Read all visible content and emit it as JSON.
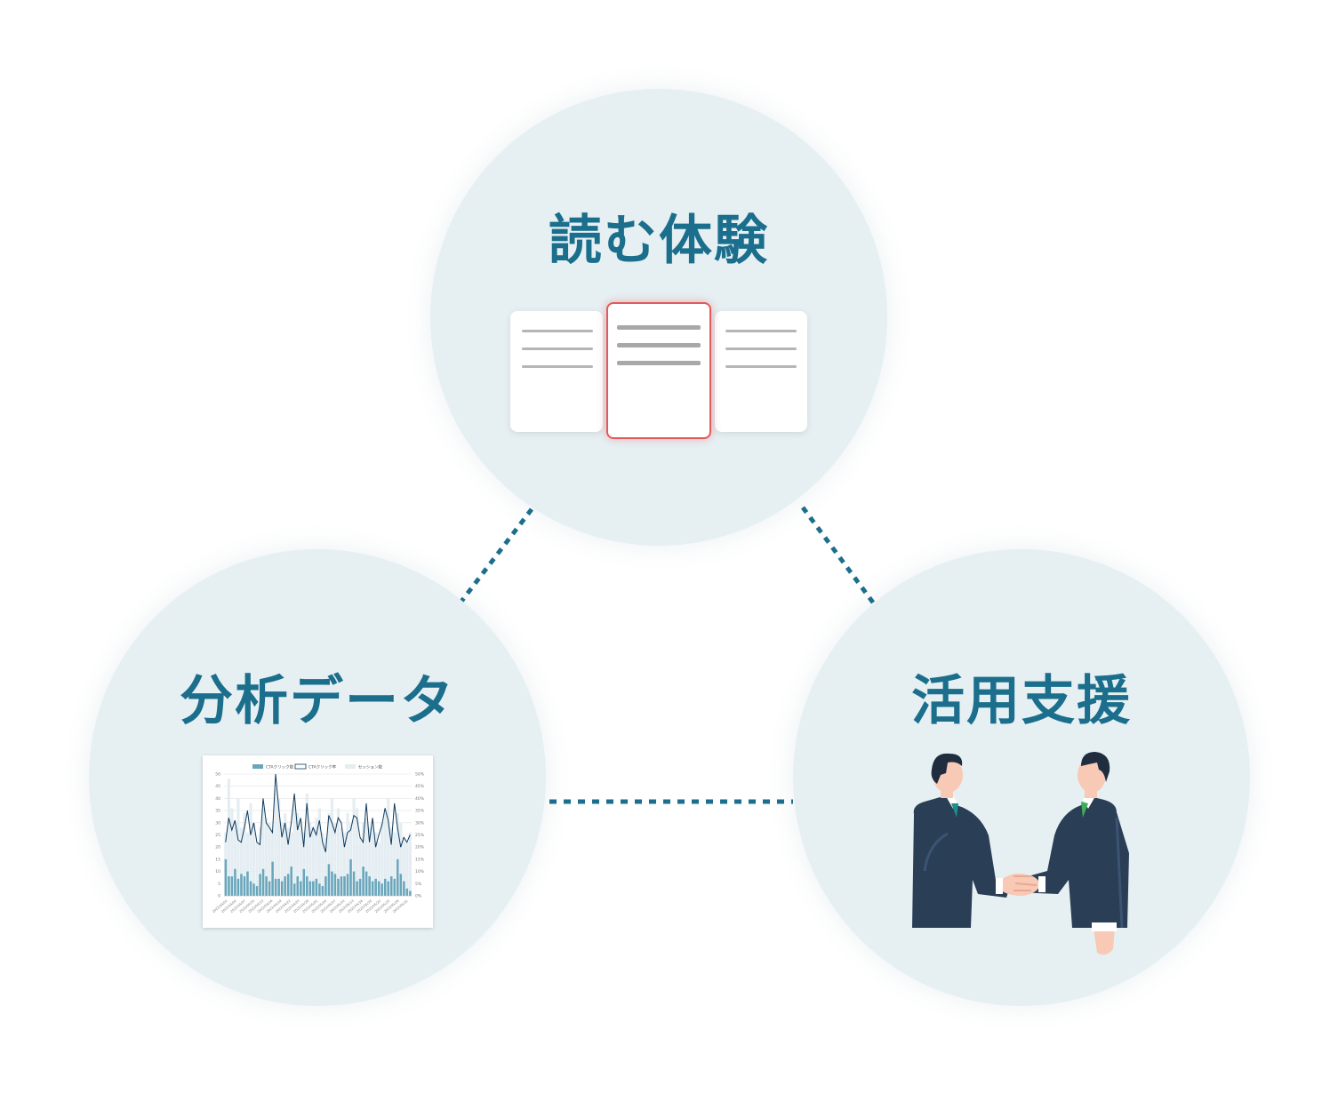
{
  "nodes": {
    "reading": {
      "title": "読む体験"
    },
    "analytics": {
      "title": "分析データ"
    },
    "support": {
      "title": "活用支援"
    }
  },
  "colors": {
    "circle_fill": "#e6f0f3",
    "title": "#1b6e8c",
    "connector": "#1b6e8c",
    "focus_card_border": "#e35a5a",
    "suit": "#2a3e56"
  },
  "icons": {
    "reading": "document-cards-icon",
    "support": "handshake-icon"
  },
  "chart_data": {
    "type": "bar",
    "legend": [
      "CTAクリック数",
      "CTAクリック率",
      "セッション数"
    ],
    "legend_position": "top",
    "y_left_ticks": [
      "50",
      "45",
      "40",
      "35",
      "30",
      "25",
      "20",
      "15",
      "10",
      "5",
      "0"
    ],
    "y_right_ticks": [
      "50%",
      "45%",
      "40%",
      "35%",
      "30%",
      "25%",
      "20%",
      "15%",
      "10%",
      "5%",
      "0%"
    ],
    "ylim_left": [
      0,
      50
    ],
    "ylim_right": [
      0,
      50
    ],
    "grid": true,
    "series": [
      {
        "name": "CTAクリック数",
        "values": [
          15,
          8,
          8,
          11,
          7,
          9,
          8,
          10,
          6,
          5,
          4,
          9,
          11,
          8,
          6,
          14,
          7,
          7,
          6,
          8,
          9,
          12,
          5,
          8,
          6,
          11,
          8,
          6,
          6,
          7,
          5,
          4,
          8,
          13,
          10,
          9,
          7,
          8,
          8,
          9,
          15,
          10,
          6,
          7,
          12,
          10,
          8,
          6,
          7,
          6,
          5,
          7,
          6,
          8,
          7,
          15,
          9,
          6,
          3,
          2
        ]
      },
      {
        "name": "CTAクリック率",
        "values": [
          22,
          32,
          27,
          31,
          23,
          22,
          28,
          35,
          25,
          30,
          22,
          21,
          40,
          30,
          28,
          26,
          50,
          36,
          24,
          30,
          21,
          30,
          42,
          27,
          32,
          20,
          38,
          24,
          28,
          25,
          31,
          22,
          18,
          33,
          30,
          26,
          32,
          30,
          20,
          26,
          27,
          33,
          32,
          24,
          22,
          38,
          22,
          32,
          20,
          25,
          29,
          36,
          31,
          21,
          38,
          28,
          20,
          24,
          22,
          25
        ]
      },
      {
        "name": "セッション数",
        "values": [
          26,
          48,
          36,
          30,
          40,
          28,
          34,
          26,
          38,
          30,
          22,
          28,
          36,
          32,
          30,
          27,
          44,
          40,
          30,
          34,
          28,
          26,
          38,
          34,
          30,
          26,
          42,
          30,
          28,
          32,
          36,
          26,
          24,
          34,
          40,
          30,
          36,
          28,
          26,
          34,
          30,
          40,
          36,
          24,
          30,
          32,
          28,
          30,
          26,
          22,
          30,
          34,
          40,
          28,
          26,
          34,
          30,
          24,
          22,
          26
        ]
      }
    ],
    "x_tick_labels": [
      "2022/04/01",
      "2022/04/04",
      "2022/04/07",
      "2022/04/10",
      "2022/04/13",
      "2022/04/16",
      "2022/04/19",
      "2022/04/22",
      "2022/04/25",
      "2022/04/28",
      "2022/05/01",
      "2022/05/04",
      "2022/05/07",
      "2022/05/10",
      "2022/05/13",
      "2022/05/16",
      "2022/05/19",
      "2022/05/22",
      "2022/05/25",
      "2022/05/28",
      "2022/05/31"
    ]
  }
}
